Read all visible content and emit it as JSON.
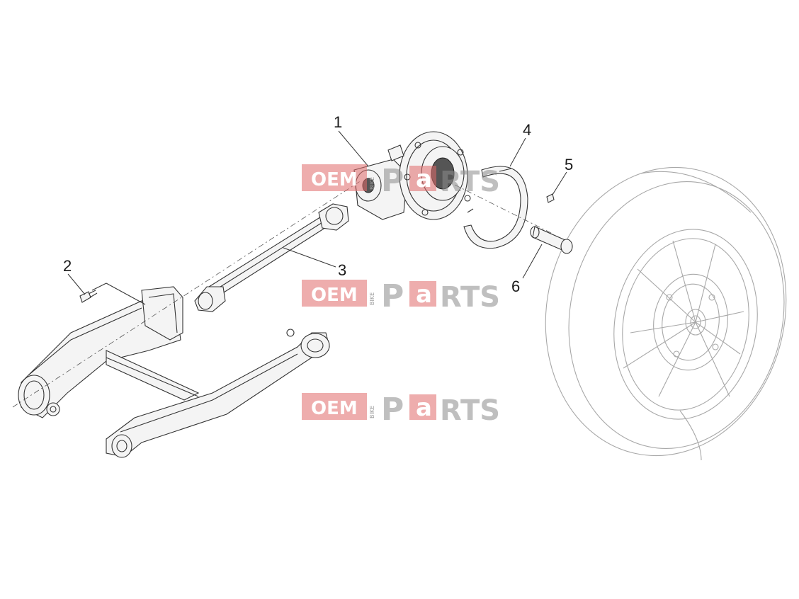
{
  "callouts": [
    {
      "id": "1",
      "label": "1"
    },
    {
      "id": "2",
      "label": "2"
    },
    {
      "id": "3",
      "label": "3"
    },
    {
      "id": "4",
      "label": "4"
    },
    {
      "id": "5",
      "label": "5"
    },
    {
      "id": "6",
      "label": "6"
    }
  ],
  "watermark": {
    "oem": "OEM",
    "bike": "BIKE",
    "p": "P",
    "a": "a",
    "rts": "RTS",
    "color_brand": "#e06a6a",
    "color_gray": "#8c8c8c"
  }
}
